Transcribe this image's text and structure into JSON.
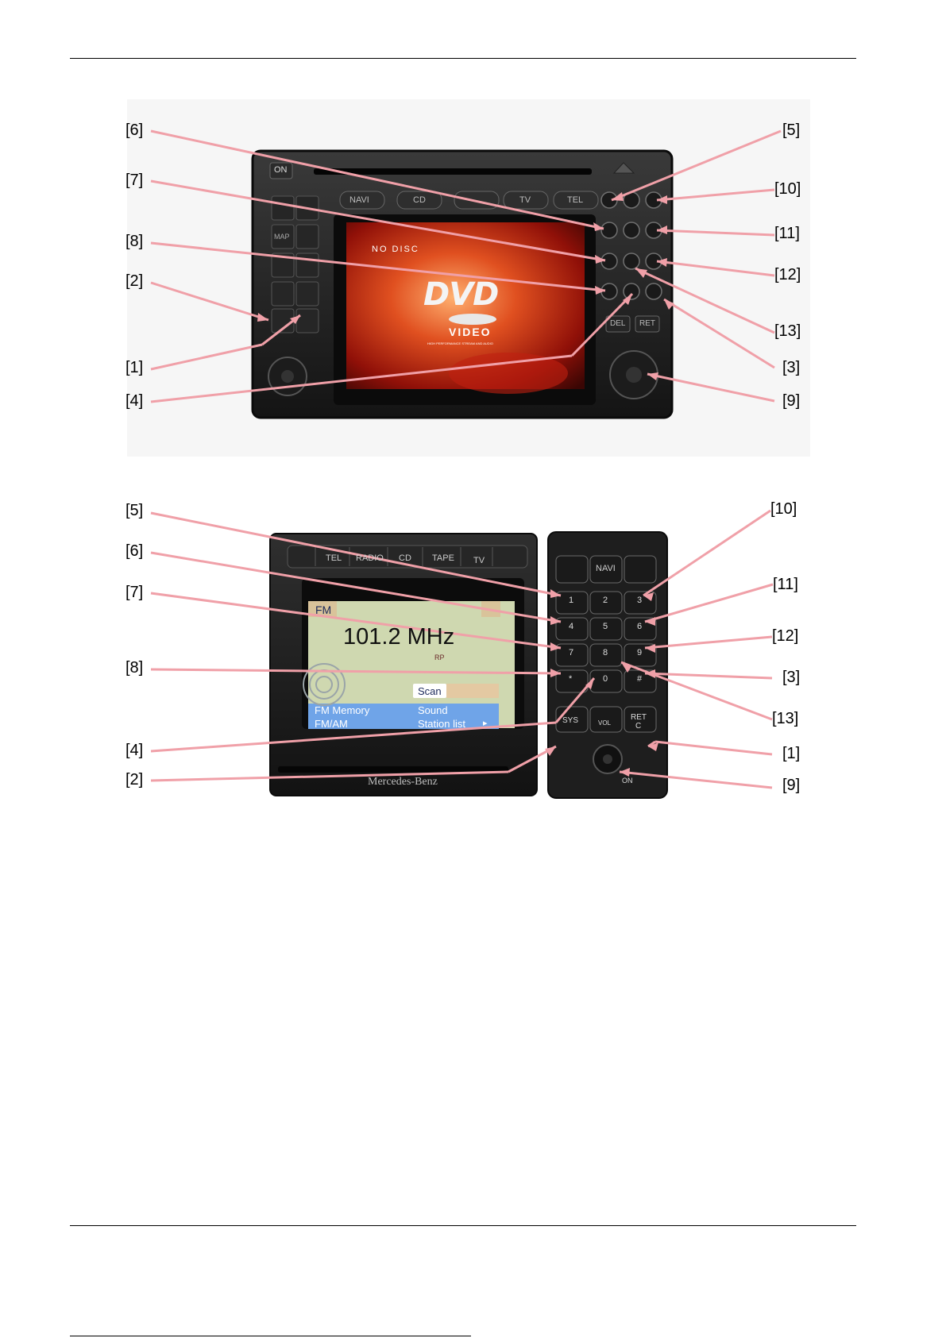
{
  "figure1": {
    "callouts_left": [
      "[6]",
      "[7]",
      "[8]",
      "[2]",
      "[1]",
      "[4]"
    ],
    "callouts_right": [
      "[5]",
      "[10]",
      "[11]",
      "[12]",
      "[13]",
      "[3]",
      "[9]"
    ],
    "buttons": {
      "on": "ON",
      "navi": "NAVI",
      "cd": "CD",
      "tv": "TV",
      "tel": "TEL",
      "map": "MAP",
      "del": "DEL",
      "ret": "RET"
    },
    "screen": {
      "status": "NO DISC",
      "logo_main": "DVD",
      "logo_sub": "VIDEO",
      "logo_small": "HIGH PERFORMANCE STREAM AND AUDIO"
    }
  },
  "figure2": {
    "callouts_left": [
      "[5]",
      "[6]",
      "[7]",
      "[8]",
      "[4]",
      "[2]"
    ],
    "callouts_right": [
      "[10]",
      "[11]",
      "[12]",
      "[3]",
      "[13]",
      "[1]",
      "[9]"
    ],
    "buttons": {
      "tel": "TEL",
      "radio": "RADIO",
      "cd": "CD",
      "tape": "TAPE",
      "tv": "TV",
      "navi": "NAVI",
      "sys": "SYS",
      "vol": "VOL",
      "ret": "RET",
      "ret_c": "C",
      "on": "ON"
    },
    "keypad": [
      "1",
      "2",
      "3",
      "4",
      "5",
      "6",
      "7",
      "8",
      "9",
      "*",
      "0",
      "#"
    ],
    "screen": {
      "band": "FM",
      "frequency": "101.2 MHz",
      "indicators": "RP",
      "scan": "Scan",
      "menu": [
        "FM Memory",
        "Sound",
        "FM/AM",
        "Station list"
      ]
    },
    "brand": "Mercedes-Benz"
  }
}
